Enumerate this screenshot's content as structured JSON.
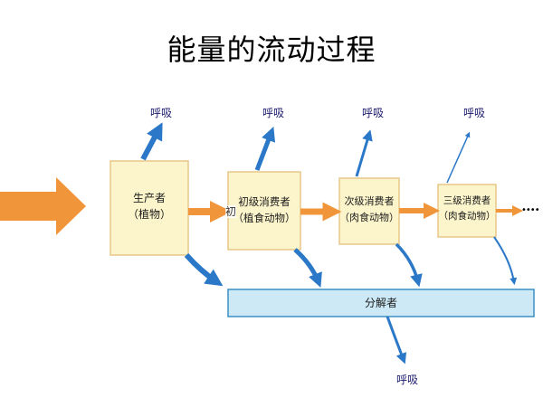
{
  "title": "能量的流动过程",
  "respiration_label": "呼吸",
  "boxes": {
    "producer": {
      "line1": "生产者",
      "line2": "（植物）"
    },
    "primary": {
      "line1": "初级消费者",
      "line2": "（植食动物）"
    },
    "secondary": {
      "line1": "次级消费者",
      "line2": "（肉食动物）"
    },
    "tertiary": {
      "line1": "三级消费者",
      "line2": "（肉食动物）"
    }
  },
  "decomposer": "分解者",
  "continuation": "••••",
  "overlay_char": "初",
  "colors": {
    "box_fill": "#fcf5cc",
    "box_stroke": "#e8c78a",
    "decomposer_fill": "#cde9f6",
    "decomposer_stroke": "#3b8fc4",
    "orange_arrow": "#f0953a",
    "blue_arrow": "#2b78c8"
  }
}
